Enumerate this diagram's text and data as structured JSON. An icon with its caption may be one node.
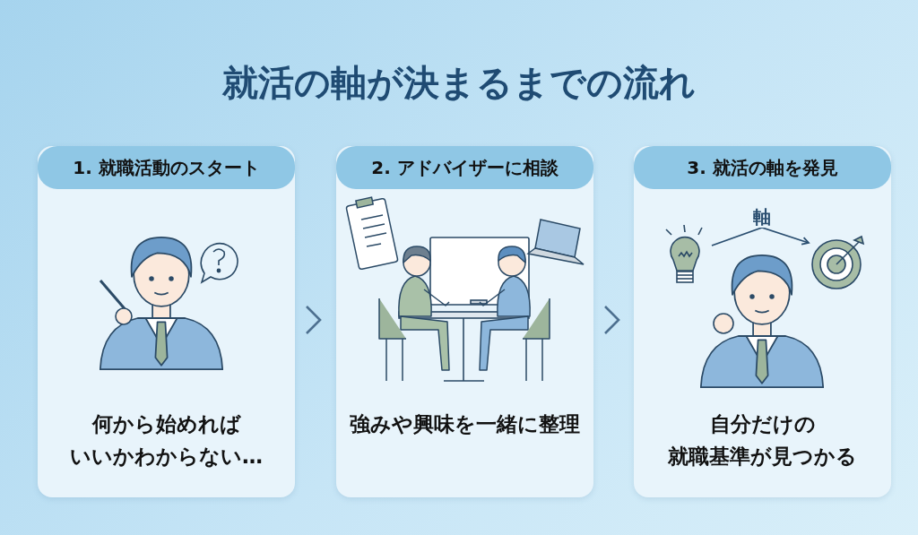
{
  "diagram": {
    "title": "就活の軸が決まるまでの流れ",
    "nodes": [
      {
        "text": [
          "1. 就職活動のスタート",
          "何から始めればいいかわからない…"
        ]
      },
      {
        "text": [
          "2. アドバイザーに相談",
          "強みや興味を一緒に整理"
        ]
      },
      {
        "text": [
          "3. 就活の軸を発見",
          "自分だけの就職基準が見つかる"
        ]
      },
      {
        "text": [],
        "shape": "picture",
        "in": 2
      },
      {
        "text": [],
        "shape": "picture",
        "in": 2
      }
    ],
    "edges": [
      {
        "from": 0,
        "to": 1,
        "arrow": "to"
      },
      {
        "from": 1,
        "to": 2,
        "arrow": "to"
      },
      {
        "from": 3,
        "to": 4,
        "arrow": "to",
        "label": "軸"
      }
    ]
  }
}
